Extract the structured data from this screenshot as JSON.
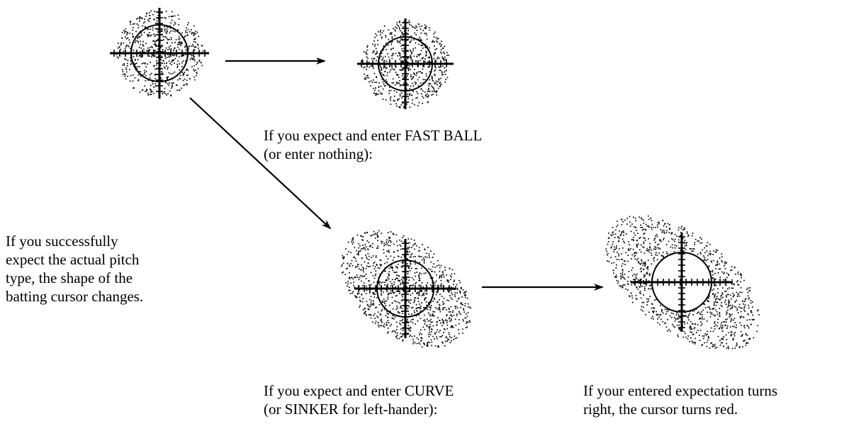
{
  "captions": {
    "fastball": {
      "line1": "If you expect and enter FAST BALL",
      "line2": "(or enter nothing):"
    },
    "intro": {
      "line1": "If you successfully",
      "line2": "expect the actual pitch",
      "line3": "type, the shape of the",
      "line4": "batting cursor changes."
    },
    "curve": {
      "line1": "If you expect and enter CURVE",
      "line2": "(or SINKER for left-hander):"
    },
    "correct": {
      "line1": "If your entered expectation turns",
      "line2": "right, the cursor turns red."
    }
  }
}
